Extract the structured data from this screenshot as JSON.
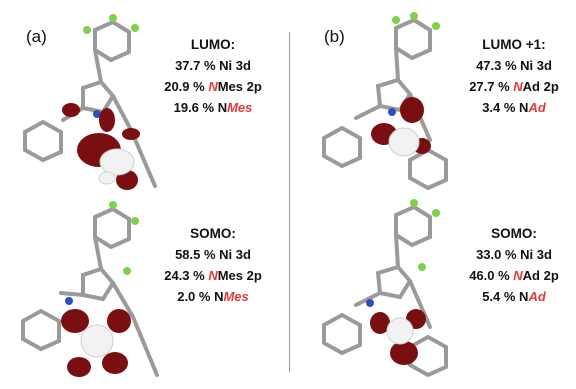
{
  "figure": {
    "panel_a": {
      "label": "(a)",
      "top": {
        "title": "LUMO:",
        "lines": [
          {
            "pre": "37.7 % Ni 3d",
            "red": "",
            "post": ""
          },
          {
            "pre": "20.9 % ",
            "red": "N",
            "post": "Mes 2p"
          },
          {
            "pre": "19.6 % N",
            "red": "Mes",
            "post": ""
          }
        ]
      },
      "bottom": {
        "title": "SOMO:",
        "lines": [
          {
            "pre": "58.5 % Ni 3d",
            "red": "",
            "post": ""
          },
          {
            "pre": "24.3 % ",
            "red": "N",
            "post": "Mes 2p"
          },
          {
            "pre": "2.0 % N",
            "red": "Mes",
            "post": ""
          }
        ]
      }
    },
    "panel_b": {
      "label": "(b)",
      "top": {
        "title": "LUMO +1:",
        "lines": [
          {
            "pre": "47.3 % Ni 3d",
            "red": "",
            "post": ""
          },
          {
            "pre": "27.7 % ",
            "red": "N",
            "post": "Ad 2p"
          },
          {
            "pre": "3.4 % N",
            "red": "Ad",
            "post": ""
          }
        ]
      },
      "bottom": {
        "title": "SOMO:",
        "lines": [
          {
            "pre": "33.0 % Ni 3d",
            "red": "",
            "post": ""
          },
          {
            "pre": "46.0 % ",
            "red": "N",
            "post": "Ad 2p"
          },
          {
            "pre": "5.4 % N",
            "red": "Ad",
            "post": ""
          }
        ]
      }
    },
    "colors": {
      "lobe_positive": "#7a0f12",
      "lobe_negative": "#f2f2f2",
      "carbon": "#9a9a9a",
      "fluorine": "#7fd04a",
      "nitrogen": "#2a4fc0",
      "highlight": "#e23a3a"
    }
  }
}
